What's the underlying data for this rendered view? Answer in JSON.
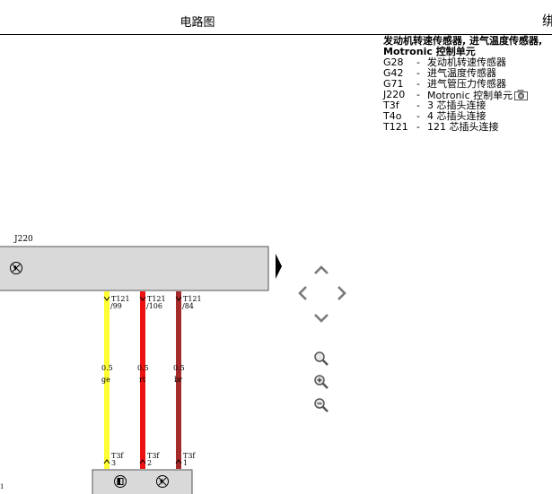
{
  "header": {
    "title": "电路图",
    "right_fragment": "绑"
  },
  "legend": {
    "title_line1": "发动机转速传感器, 进气温度传感器,",
    "title_line2": "Motronic 控制单元",
    "items": [
      {
        "code": "G28",
        "sep": "-",
        "desc": "发动机转速传感器"
      },
      {
        "code": "G42",
        "sep": "-",
        "desc": "进气温度传感器"
      },
      {
        "code": "G71",
        "sep": "-",
        "desc": "进气管压力传感器"
      },
      {
        "code": "J220",
        "sep": "-",
        "desc": "Motronic 控制单元"
      },
      {
        "code": "T3f",
        "sep": "-",
        "desc": "3 芯插头连接"
      },
      {
        "code": "T4o",
        "sep": "-",
        "desc": "4 芯插头连接"
      },
      {
        "code": "T121",
        "sep": "-",
        "desc": "121 芯插头连接"
      }
    ]
  },
  "diagram": {
    "component_label": "J220",
    "bottom_left_mark": "1",
    "wires": [
      {
        "top_pin": "T121",
        "top_pin_num": "/99",
        "gauge": "0.5",
        "color_code": "ge",
        "bottom_pin": "T3f",
        "bottom_pin_num": "3",
        "color": "#ffff33"
      },
      {
        "top_pin": "T121",
        "top_pin_num": "/106",
        "gauge": "0.5",
        "color_code": "rt",
        "bottom_pin": "T3f",
        "bottom_pin_num": "2",
        "color": "#ee1111"
      },
      {
        "top_pin": "T121",
        "top_pin_num": "/84",
        "gauge": "0.5",
        "color_code": "br",
        "bottom_pin": "T3f",
        "bottom_pin_num": "1",
        "color": "#a52a2a"
      }
    ]
  },
  "colors": {
    "component_fill": "#d9d9d9",
    "nav_gray": "#7a7a7a"
  }
}
